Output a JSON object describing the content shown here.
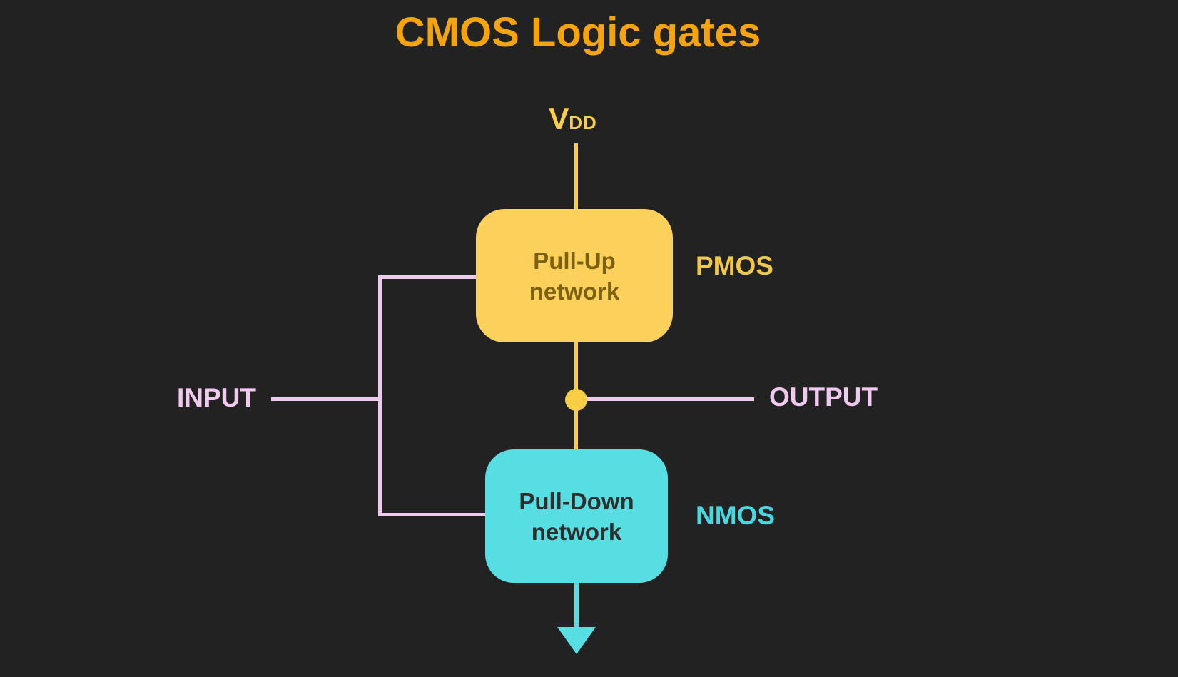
{
  "title": "CMOS Logic gates",
  "labels": {
    "vdd_main": "V",
    "vdd_sub": "DD",
    "input": "INPUT",
    "output": "OUTPUT",
    "pmos": "PMOS",
    "nmos": "NMOS"
  },
  "boxes": {
    "pullup": {
      "line1": "Pull-Up",
      "line2": "network"
    },
    "pulldown": {
      "line1": "Pull-Down",
      "line2": "network"
    }
  },
  "colors": {
    "background": "#222222",
    "title_text": "#F5A50B",
    "yellow_wire": "#F8CE46",
    "pullup_fill": "#FBD15C",
    "pullup_text": "#7B6110",
    "pmos_text": "#F2C84B",
    "pink_wire": "#F0C9EF",
    "pulldown_fill": "#57DEE3",
    "pulldown_text": "#2E2E2E",
    "nmos_text": "#45DAE2"
  }
}
